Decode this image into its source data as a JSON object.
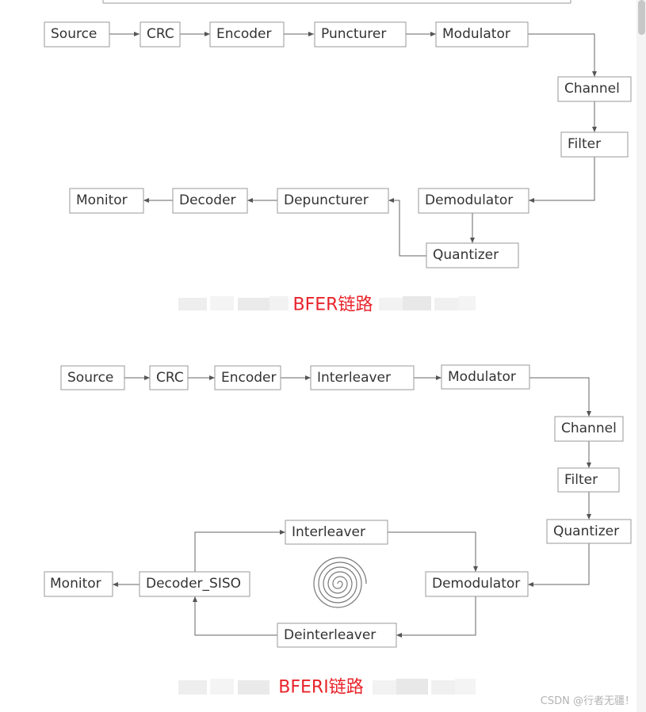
{
  "colors": {
    "caption": "#e8242b",
    "box_border": "#9a9a9a",
    "arrow": "#666666",
    "text": "#333333"
  },
  "bfer": {
    "caption": "BFER链路",
    "nodes": {
      "source": "Source",
      "crc": "CRC",
      "encoder": "Encoder",
      "puncturer": "Puncturer",
      "modulator": "Modulator",
      "channel": "Channel",
      "filter": "Filter",
      "demodulator": "Demodulator",
      "quantizer": "Quantizer",
      "depuncturer": "Depuncturer",
      "decoder": "Decoder",
      "monitor": "Monitor"
    }
  },
  "bferi": {
    "caption": "BFERI链路",
    "nodes": {
      "source": "Source",
      "crc": "CRC",
      "encoder": "Encoder",
      "interleaver": "Interleaver",
      "modulator": "Modulator",
      "channel": "Channel",
      "filter": "Filter",
      "quantizer": "Quantizer",
      "demodulator": "Demodulator",
      "loop_interleaver": "Interleaver",
      "deinterleaver": "Deinterleaver",
      "decoder_siso": "Decoder_SISO",
      "monitor": "Monitor"
    }
  },
  "watermark": "CSDN @行者无疆！"
}
